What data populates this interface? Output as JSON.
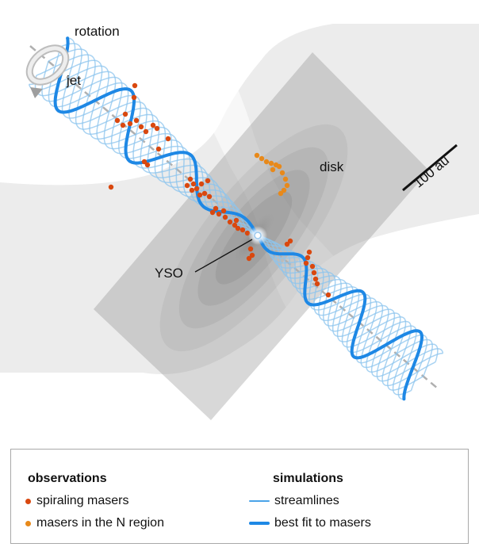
{
  "labels": {
    "rotation": "rotation",
    "jet": "jet",
    "disk": "disk",
    "yso": "YSO",
    "scale_bar": "100 au"
  },
  "legend": {
    "observations": {
      "title": "observations",
      "items": [
        {
          "label": "spiraling masers",
          "color": "#d9480f"
        },
        {
          "label": "masers in the N region",
          "color": "#e8891a"
        }
      ]
    },
    "simulations": {
      "title": "simulations",
      "items": [
        {
          "label": "streamlines",
          "color": "#4aa3e8"
        },
        {
          "label": "best fit to masers",
          "color": "#1e88e5"
        }
      ]
    }
  },
  "colors": {
    "streamline": "#8cc4ee",
    "best_fit": "#1e88e5",
    "spiraling_maser": "#d9480f",
    "n_region_maser": "#e8891a",
    "disk_plane": "#8a8a8a",
    "jet_axis": "#b0b0b0"
  }
}
